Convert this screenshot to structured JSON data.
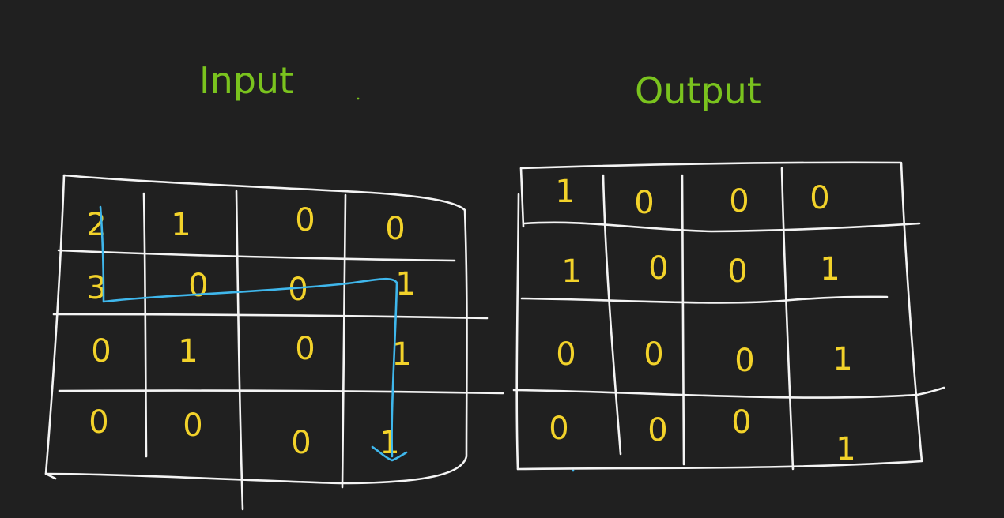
{
  "titles": {
    "input": "Input",
    "output": "Output"
  },
  "input_grid": [
    [
      "2",
      "1",
      "0",
      "0"
    ],
    [
      "3",
      "0",
      "0",
      "1"
    ],
    [
      "0",
      "1",
      "0",
      "1"
    ],
    [
      "0",
      "0",
      "0",
      "1"
    ]
  ],
  "output_grid": [
    [
      "1",
      "0",
      "0",
      "0"
    ],
    [
      "1",
      "0",
      "0",
      "1"
    ],
    [
      "0",
      "0",
      "0",
      "1"
    ],
    [
      "0",
      "0",
      "0",
      "1"
    ]
  ],
  "colors": {
    "background": "#202020",
    "title": "#7ac31e",
    "cell_text": "#f2d22a",
    "grid_lines": "#f4f4f4",
    "path": "#3fb7ec"
  }
}
